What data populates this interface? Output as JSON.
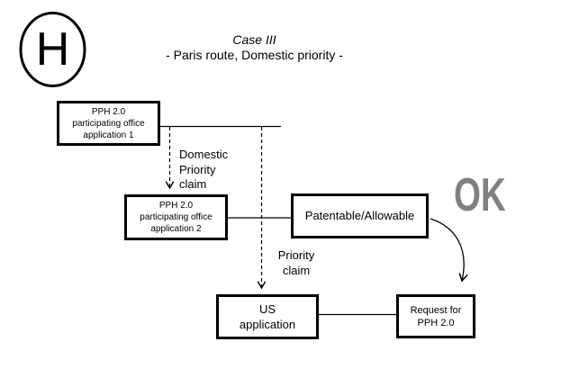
{
  "header": {
    "logo_letter": "H",
    "title": "Case III",
    "subtitle": "- Paris route, Domestic priority -"
  },
  "nodes": {
    "office_app_1": "PPH 2.0\nparticipating office\napplication 1",
    "office_app_2": "PPH 2.0\nparticipating office\napplication 2",
    "patentable": "Patentable/Allowable",
    "us_application": "US\napplication",
    "request_pph": "Request for\nPPH 2.0"
  },
  "labels": {
    "domestic_priority_claim": "Domestic\nPriority\nclaim",
    "priority_claim": "Priority\nclaim",
    "ok_status": "OK"
  },
  "colors": {
    "ok_gray": "#808080",
    "line_black": "#000000",
    "background": "#ffffff"
  }
}
